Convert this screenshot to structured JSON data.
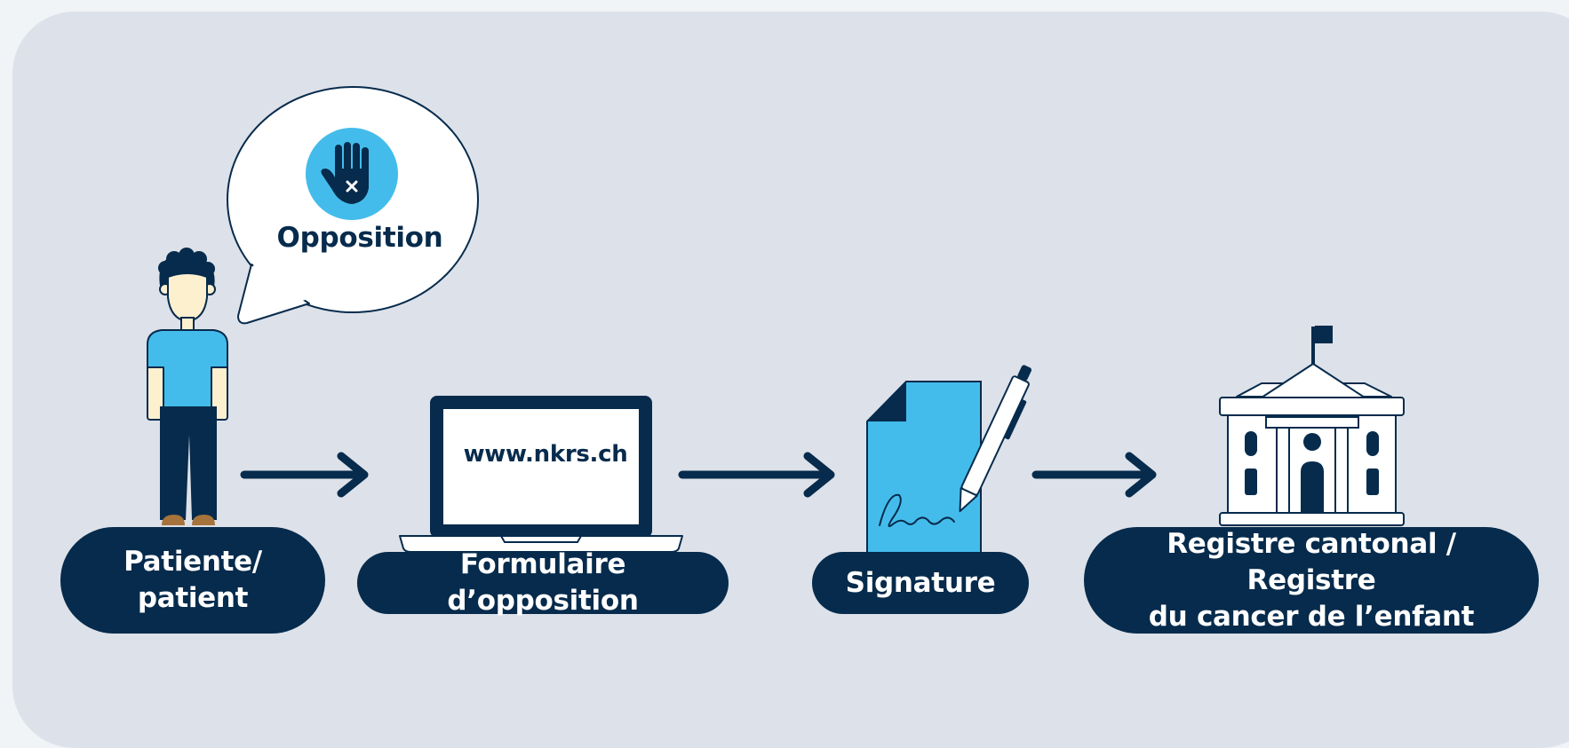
{
  "colors": {
    "navy": "#062b4c",
    "accent_blue": "#44bceb",
    "panel_bg": "#dde1e9",
    "page_bg": "#f1f4f6",
    "skin": "#fdf0cf",
    "white": "#ffffff"
  },
  "speech_bubble": {
    "icon": "stop-hand-icon",
    "label": "Opposition"
  },
  "laptop": {
    "url": "www.nkrs.ch"
  },
  "steps": [
    {
      "icon": "patient-person-icon",
      "label_line1": "Patiente/",
      "label_line2": "patient"
    },
    {
      "icon": "laptop-icon",
      "label": "Formulaire d’opposition"
    },
    {
      "icon": "signed-document-pen-icon",
      "label": "Signature"
    },
    {
      "icon": "registry-building-icon",
      "label_line1": "Registre cantonal / Registre",
      "label_line2": "du cancer de l’enfant"
    }
  ]
}
